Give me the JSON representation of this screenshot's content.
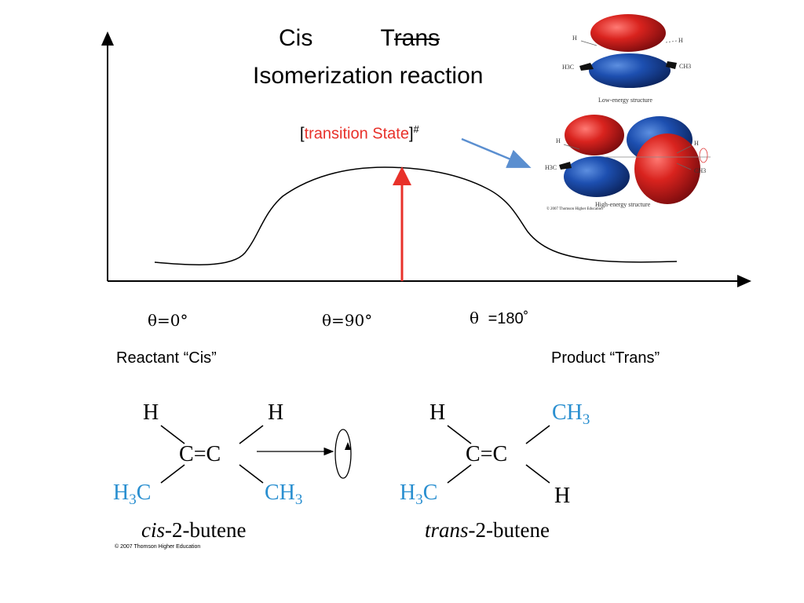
{
  "title": {
    "cis": "Cis",
    "trans": "Trans",
    "subtitle": "Isomerization reaction"
  },
  "transition_state": {
    "open_bracket": "[",
    "label": "transition State",
    "close_bracket": "]",
    "superscript": "#"
  },
  "theta_labels": {
    "t0": "θ=0°",
    "t90": "θ=90°",
    "t180_symbol": "θ",
    "t180_value": "=180˚"
  },
  "reactant_label": "Reactant “Cis”",
  "product_label": "Product “Trans”",
  "cis": {
    "h_left": "H",
    "h_right": "H",
    "c_left": "C",
    "double_bond": "=",
    "c_right": "C",
    "h3c": "H",
    "h3c_sub": "3",
    "h3c_c": "C",
    "ch3": "CH",
    "ch3_sub": "3",
    "caption_italic": "cis",
    "caption_rest": "-2-butene"
  },
  "trans": {
    "h_left": "H",
    "ch3_top": "CH",
    "ch3_top_sub": "3",
    "c_left": "C",
    "double_bond": "=",
    "c_right": "C",
    "h3c": "H",
    "h3c_sub": "3",
    "h3c_c": "C",
    "h_bottom": "H",
    "caption_italic": "trans",
    "caption_rest": "-2-butene"
  },
  "copyright_bottom": "© 2007 Thomson Higher Education",
  "orbital_low": {
    "caption": "Low-energy structure",
    "h_left": "H",
    "h_right": "H",
    "h3c": "H3C",
    "ch3": "CH3"
  },
  "orbital_high": {
    "caption": "High-energy structure",
    "copyright": "© 2007 Thomson Higher Education",
    "h_left": "H",
    "h_right": "H",
    "h3c": "H3C",
    "ch3": "CH3"
  },
  "colors": {
    "red_accent": "#e8312a",
    "blue_substituent": "#2a8fd0",
    "arrow_blue": "#5b8fd0",
    "orbital_red": "#c4161c",
    "orbital_blue": "#1a4aa0"
  }
}
